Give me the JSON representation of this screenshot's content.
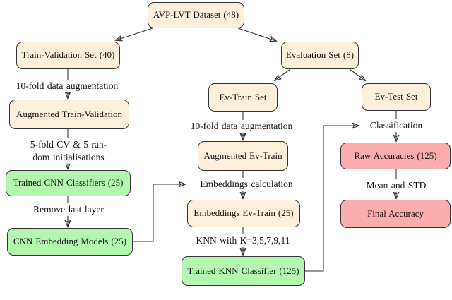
{
  "colors": {
    "background": "#ffffff",
    "node_fill": "#fcefdb",
    "green_fill": "#b2f6b0",
    "red_fill": "#fbadad",
    "stroke": "#333333",
    "text": "#111111"
  },
  "nodes": {
    "dataset": "AVP-LVT Dataset (48)",
    "train_val": "Train-Validation Set (40)",
    "aug_train_val": "Augmented Train-Validation",
    "trained_cnn": "Trained CNN Classifiers (25)",
    "cnn_embed": "CNN Embedding Models (25)",
    "eval_set": "Evaluation Set (8)",
    "ev_train": "Ev-Train Set",
    "ev_test": "Ev-Test Set",
    "aug_ev_train": "Augmented Ev-Train",
    "embed_ev_train": "Embeddings Ev-Train (25)",
    "trained_knn": "Trained KNN Classifier (125)",
    "raw_acc": "Raw Accuracies (125)",
    "final_acc": "Final Accuracy"
  },
  "edge_labels": {
    "aug_train_val": "10-fold data augmentation",
    "cv_line1": "5-fold CV & 5 ran-",
    "cv_line2": "dom initialisations",
    "remove_last_layer": "Remove last layer",
    "aug_ev_train": "10-fold data augmentation",
    "embeddings_calc": "Embeddings calculation",
    "knn_k": "KNN with K=3,5,7,9,11",
    "classification": "Classification",
    "mean_std": "Mean and STD"
  }
}
